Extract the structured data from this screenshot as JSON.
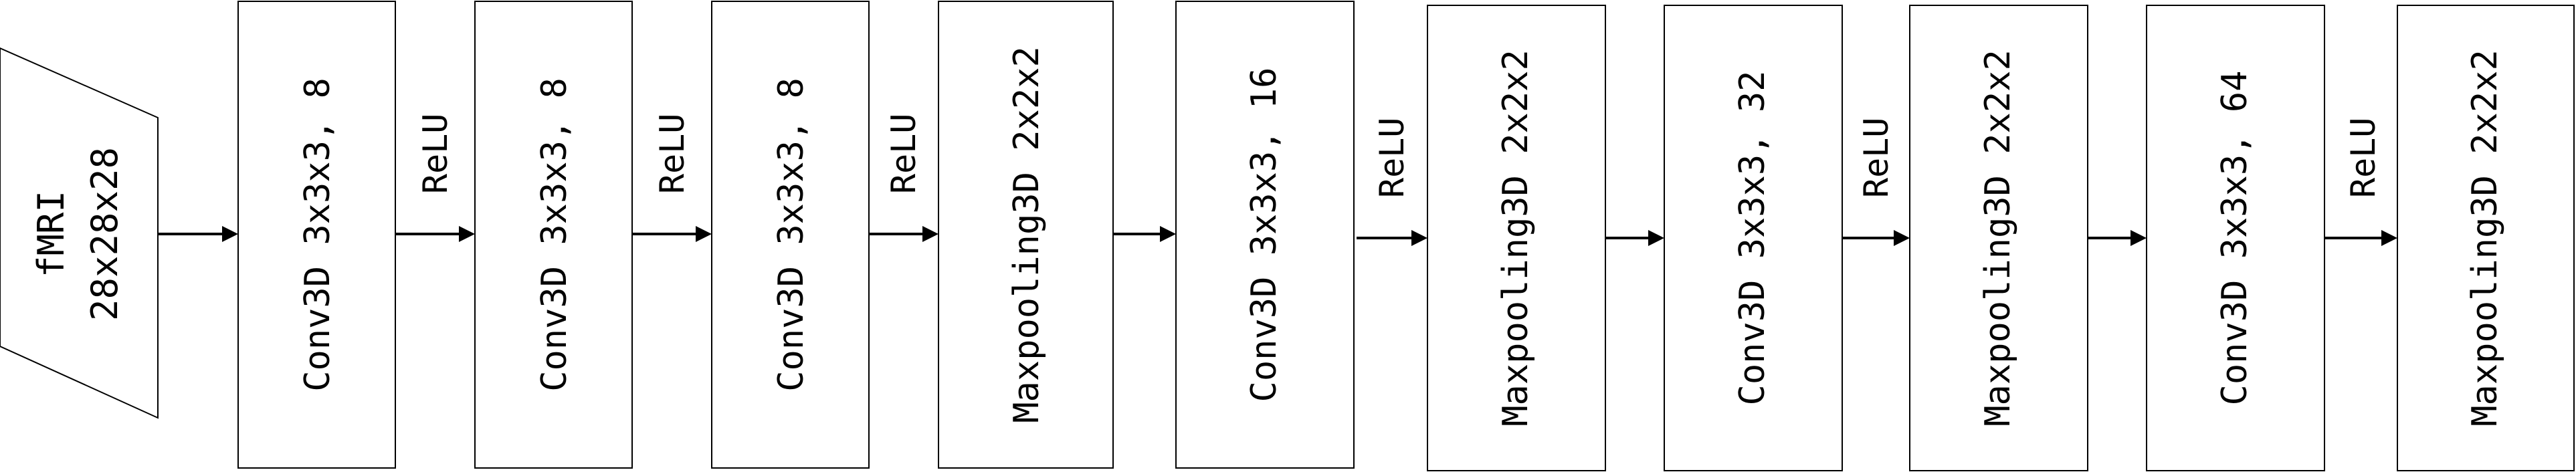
{
  "input": {
    "line1": "fMRI",
    "line2": "28x28x28"
  },
  "blocks": [
    {
      "label": "Conv3D  3x3x3, 8"
    },
    {
      "label": "Conv3D  3x3x3, 8"
    },
    {
      "label": "Conv3D  3x3x3, 8"
    },
    {
      "label": "Maxpooling3D  2x2x2"
    },
    {
      "label": "Conv3D  3x3x3, 16"
    },
    {
      "label": "Maxpooling3D  2x2x2"
    },
    {
      "label": "Conv3D  3x3x3, 32"
    },
    {
      "label": "Maxpooling3D  2x2x2"
    },
    {
      "label": "Conv3D  3x3x3, 64"
    },
    {
      "label": "Maxpooling3D  2x2x2"
    }
  ],
  "connectors": [
    {
      "label": ""
    },
    {
      "label": "ReLU"
    },
    {
      "label": "ReLU"
    },
    {
      "label": "ReLU"
    },
    {
      "label": ""
    },
    {
      "label": "ReLU"
    },
    {
      "label": ""
    },
    {
      "label": "ReLU"
    },
    {
      "label": ""
    },
    {
      "label": "ReLU"
    }
  ]
}
